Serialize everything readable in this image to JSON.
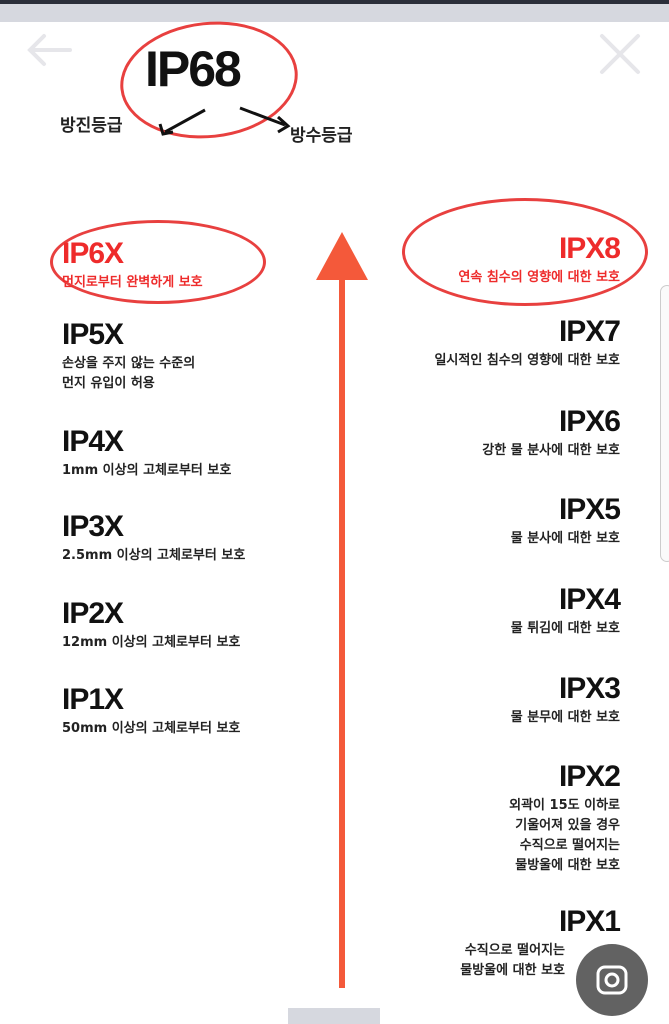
{
  "viewer": {
    "back_icon": "arrow-left-icon",
    "close_icon": "close-x-icon",
    "capture_icon": "screenshot-camera-icon"
  },
  "colors": {
    "accent": "#f4593a",
    "highlight": "#ee2b2b"
  },
  "header": {
    "title": "IP68",
    "left_label": "방진등급",
    "right_label": "방수등급"
  },
  "dust": [
    {
      "code": "IP6X",
      "desc": [
        "먼지로부터 완벽하게 보호"
      ]
    },
    {
      "code": "IP5X",
      "desc": [
        "손상을 주지 않는 수준의",
        "먼지 유입이 허용"
      ]
    },
    {
      "code": "IP4X",
      "desc": [
        "1mm 이상의 고체로부터 보호"
      ]
    },
    {
      "code": "IP3X",
      "desc": [
        "2.5mm 이상의 고체로부터 보호"
      ]
    },
    {
      "code": "IP2X",
      "desc": [
        "12mm 이상의 고체로부터 보호"
      ]
    },
    {
      "code": "IP1X",
      "desc": [
        "50mm 이상의 고체로부터 보호"
      ]
    }
  ],
  "water": [
    {
      "code": "IPX8",
      "desc": [
        "연속 침수의 영향에 대한 보호"
      ]
    },
    {
      "code": "IPX7",
      "desc": [
        "일시적인 침수의 영향에 대한 보호"
      ]
    },
    {
      "code": "IPX6",
      "desc": [
        "강한 물 분사에 대한 보호"
      ]
    },
    {
      "code": "IPX5",
      "desc": [
        "물 분사에 대한 보호"
      ]
    },
    {
      "code": "IPX4",
      "desc": [
        "물 튀김에 대한 보호"
      ]
    },
    {
      "code": "IPX3",
      "desc": [
        "물 분무에 대한 보호"
      ]
    },
    {
      "code": "IPX2",
      "desc": [
        "외곽이 15도 이하로",
        "기울어져 있을 경우",
        "수직으로 떨어지는",
        "물방울에 대한 보호"
      ]
    },
    {
      "code": "IPX1",
      "desc": [
        "수직으로 떨어지는",
        "물방울에 대한 보호"
      ]
    }
  ]
}
